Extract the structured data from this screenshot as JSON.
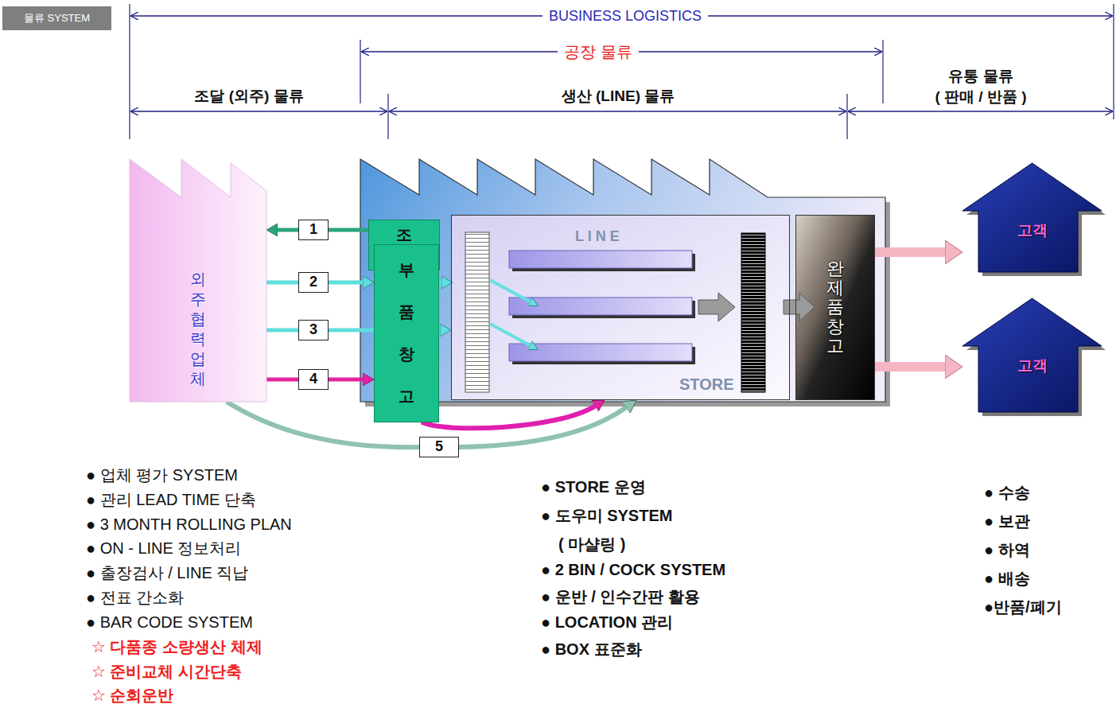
{
  "diagram": {
    "nodes": [
      {
        "text": [
          "외주 협력업체"
        ]
      },
      {
        "text": [
          "조달"
        ]
      },
      {
        "text": [
          "부품 창고"
        ]
      },
      {
        "text": [
          "L I N E",
          "STORE"
        ]
      },
      {
        "text": [
          "완제품 창고"
        ]
      },
      {
        "text": [
          "고객"
        ]
      },
      {
        "text": [
          "고객"
        ]
      }
    ],
    "edges": [
      {
        "from": 1,
        "to": 0,
        "arrow": "to",
        "label": "1"
      },
      {
        "from": 0,
        "to": 2,
        "arrow": "to",
        "label": "2"
      },
      {
        "from": 0,
        "to": 3,
        "arrow": "to",
        "label": "3"
      },
      {
        "from": 0,
        "to": 2,
        "arrow": "to",
        "label": "4"
      },
      {
        "from": 0,
        "to": 3,
        "arrow": "to",
        "label": "5"
      },
      {
        "from": 2,
        "to": 3,
        "arrow": "to"
      },
      {
        "from": 2,
        "to": 3,
        "arrow": "to"
      },
      {
        "from": 4,
        "to": 5,
        "arrow": "to"
      },
      {
        "from": 4,
        "to": 6,
        "arrow": "to"
      }
    ],
    "labels": [
      "물류 SYSTEM",
      "BUSINESS LOGISTICS",
      "공장 물류",
      "조달 (외주) 물류",
      "생산 (LINE) 물류",
      "유통 물류",
      "( 판매 / 반품 )",
      "● 업체 평가 SYSTEM",
      "● 관리 LEAD TIME 단축",
      "● 3 MONTH ROLLING PLAN",
      "● ON - LINE 정보처리",
      "● 출장검사 / LINE 직납",
      "● 전표 간소화",
      "● BAR CODE SYSTEM",
      "☆ 다품종 소량생산 체제",
      "☆ 준비교체 시간단축",
      "☆ 순회운반",
      "● STORE 운영",
      "● 도우미 SYSTEM",
      "( 마샬링 )",
      "● 2 BIN / COCK SYSTEM",
      "● 운반 / 인수간판 활용",
      "● LOCATION 관리",
      "● BOX 표준화",
      "● 수송",
      "● 보관",
      "● 하역",
      "● 배송",
      "●반품/폐기"
    ]
  }
}
